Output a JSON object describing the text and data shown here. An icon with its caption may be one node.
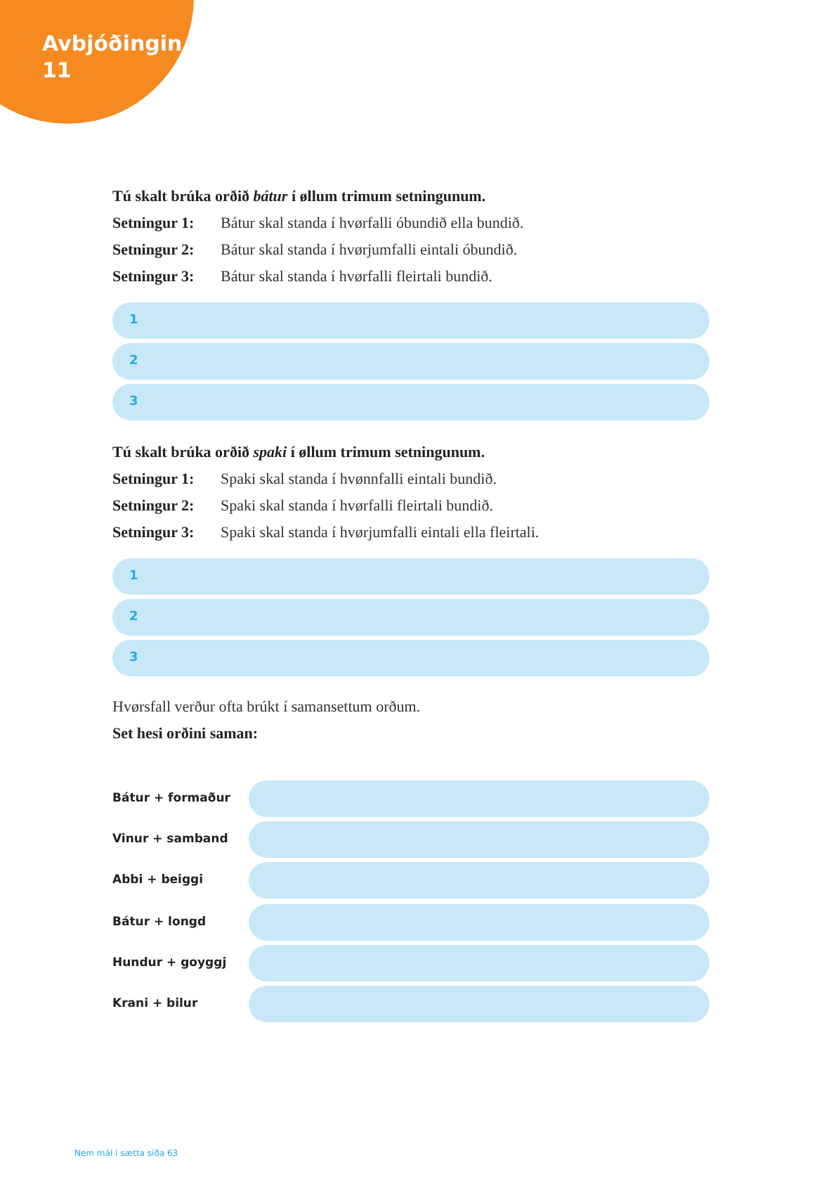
{
  "diagram": {
    "title": "Avbjóðingin 11",
    "labels": [
      "Tú skalt brúka orðið *bátur* í øllum trimum setningunum.",
      "Setningur 1:",
      "Bátur skal standa í hvørfalli óbundið ella bundið.",
      "Setningur 2:",
      "Bátur skal standa í hvørjumfalli eintali óbundið.",
      "Setningur 3:",
      "Bátur skal standa í hvørfalli fleirtali bundið.",
      "1",
      "2",
      "3",
      "Tú skalt brúka orðið *spaki* í øllum trimum setningunum.",
      "Setningur 1:",
      "Spaki skal standa í hvønnfalli eintali bundið.",
      "Setningur 2:",
      "Spaki skal standa í hvørfalli fleirtali bundið.",
      "Setningur 3:",
      "Spaki skal standa í hvørjumfalli eintali ella fleirtali.",
      "1",
      "2",
      "3",
      "Hvørsfall verður ofta brúkt í samansettum orðum.",
      "Set hesi orðini saman:",
      "Bátur + formaður",
      "Vinur + samband",
      "Abbi + beiggi",
      "Bátur + longd",
      "Hundur + goyggj",
      "Krani + bilur",
      "Nem mál í sætta síða 63"
    ]
  }
}
